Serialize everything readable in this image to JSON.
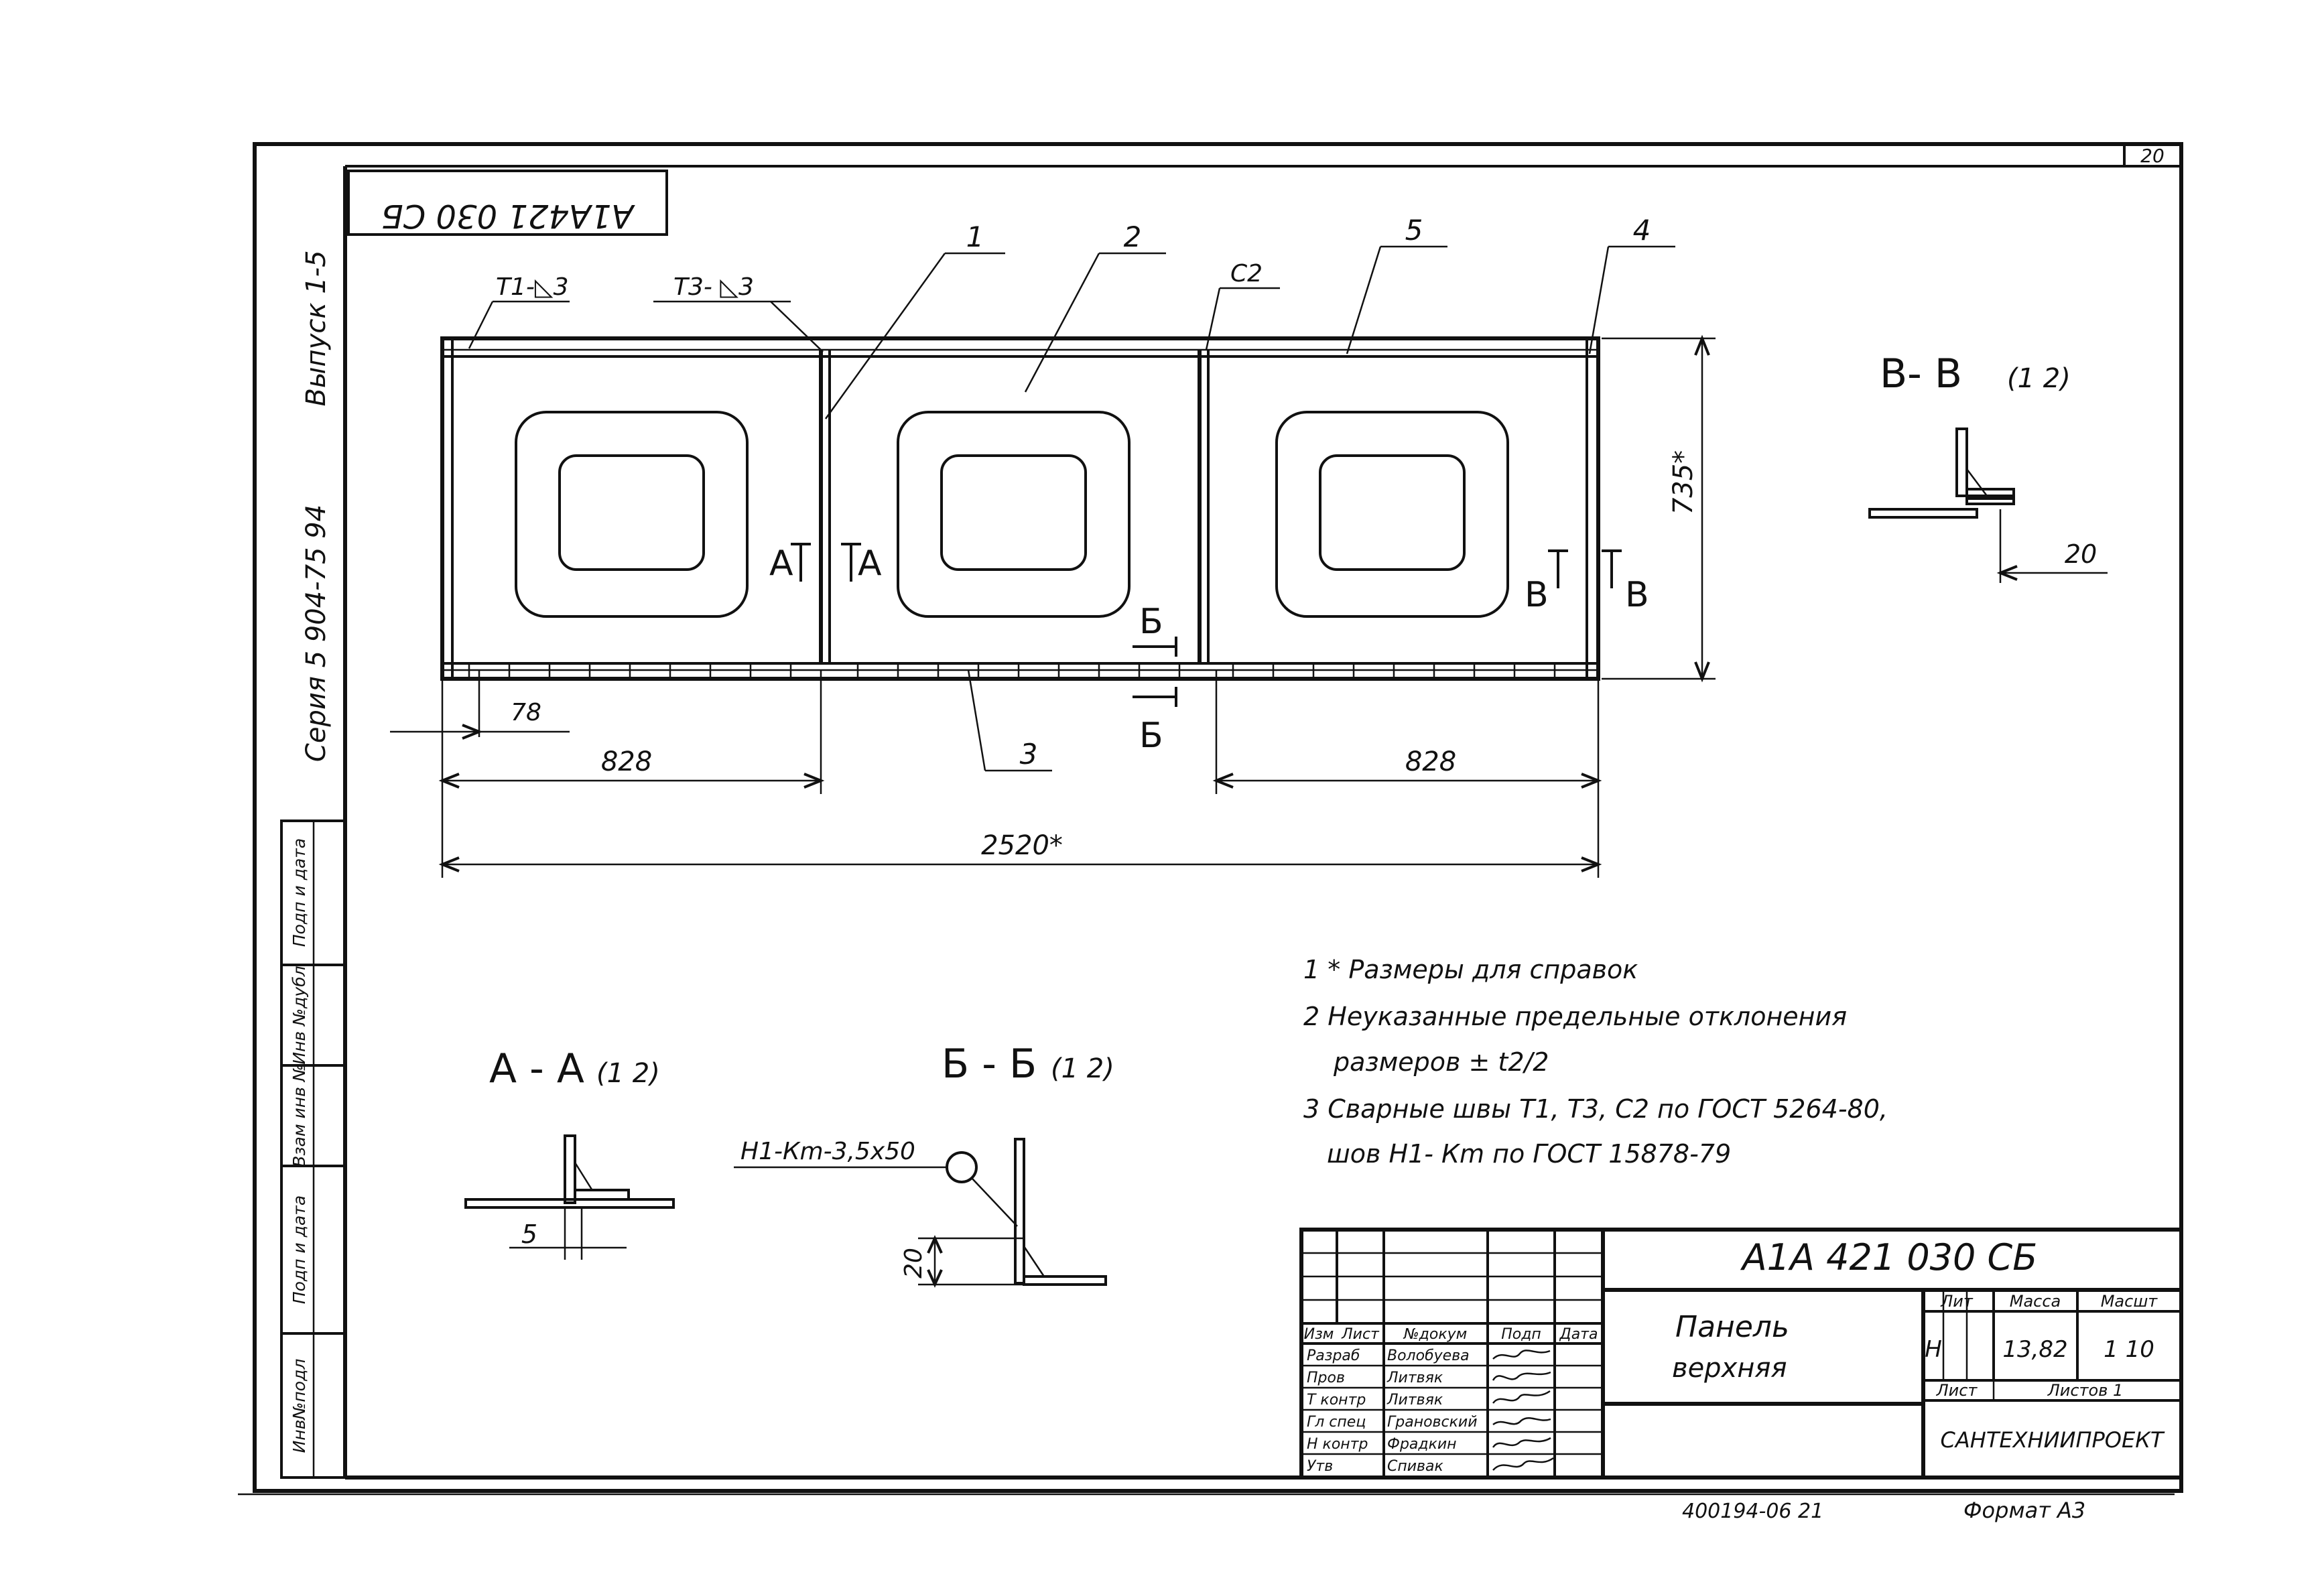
{
  "stamp_code": "А1А421 030 СБ",
  "sheet_number": "20",
  "side_strip": {
    "series": "Серия   5 904-75 94",
    "issue": "Выпуск 1-5",
    "fields": [
      "Подп и дата",
      "Инв №дубл",
      "Взам инв №",
      "Подп и дата",
      "Инв№подл"
    ]
  },
  "callouts": {
    "weld_t1": "Т1-◺3",
    "weld_t3": "Т3- ◺3",
    "weld_c2": "С2",
    "pos1": "1",
    "pos2": "2",
    "pos3": "3",
    "pos4": "4",
    "pos5": "5",
    "weld_h1": "Н1-Кm-3,5х50"
  },
  "section_marks": {
    "a_left": "А",
    "a_right": "А",
    "b_top": "Б",
    "b_bottom": "Б",
    "v_left": "В",
    "v_right": "В"
  },
  "dimensions": {
    "height": "735*",
    "offset": "78",
    "left_span": "828",
    "right_span": "828",
    "total": "2520*",
    "vv_flange": "20",
    "aa_gap": "5",
    "bb_height": "20"
  },
  "sections": {
    "vv_title": "В- В",
    "vv_scale": "(1 2)",
    "aa_title": "А - А",
    "aa_scale": "(1 2)",
    "bb_title": "Б - Б",
    "bb_scale": "(1 2)"
  },
  "notes": [
    "1 * Размеры   для   справок",
    "2 Неуказанные   предельные   отклонения",
    "размеров ± t2/2",
    "3 Сварные   швы Т1, Т3, С2 по ГОСТ 5264-80,",
    "шов   Н1- Кm   по ГОСТ 15878-79"
  ],
  "title_block": {
    "designation": "А1А 421 030 СБ",
    "name_line1": "Панель",
    "name_line2": "верхняя",
    "col_headers": [
      "Изм",
      "Лист",
      "№докум",
      "Подп",
      "Дата"
    ],
    "roles": [
      "Разраб",
      "Пров",
      "Т контр",
      "Гл спец",
      "Н контр",
      "Утв"
    ],
    "names": [
      "Волобуева",
      "Литвяк",
      "Литвяк",
      "Грановский",
      "Фрадкин",
      "Спивак"
    ],
    "lit_label": "Лит",
    "mass_label": "Масса",
    "scale_label": "Масшт",
    "lit_value": "Н",
    "mass_value": "13,82",
    "scale_value": "1 10",
    "sheet_label": "Лист",
    "sheets_label": "Листов  1",
    "org": "САНТЕХНИИПРОЕКТ"
  },
  "footer": {
    "archive": "400194-06    21",
    "format": "Формат  А3"
  }
}
